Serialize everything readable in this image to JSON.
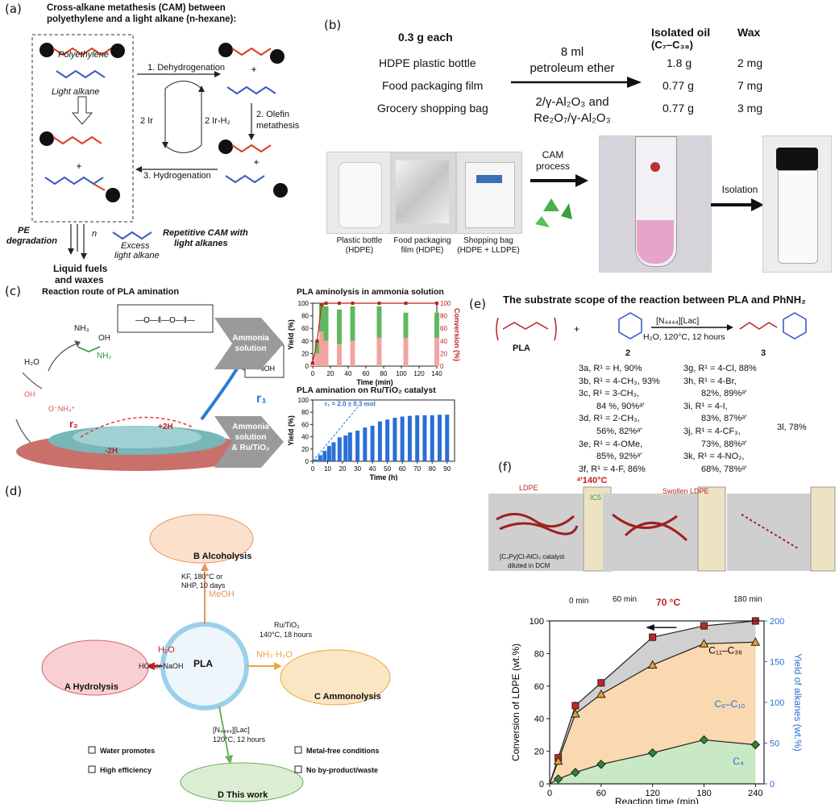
{
  "panels": {
    "a": {
      "letter": "(a)",
      "title_line1": "Cross-alkane metathesis (CAM) between",
      "title_line2": "polyethylene and a light alkane (n-hexane):",
      "polyethylene": "Polyethylene",
      "light_alkane": "Light alkane",
      "step1": "1. Dehydrogenation",
      "step2": "2. Olefin",
      "step2b": "metathesis",
      "step3": "3. Hydrogenation",
      "ir": "2 Ir",
      "irh2": "2 Ir-H₂",
      "pe_degradation": "PE",
      "pe_degradation2": "degradation",
      "n": "n",
      "excess": "Excess",
      "excess2": "light alkane",
      "repetitive": "Repetitive CAM with",
      "repetitive2": "light alkanes",
      "liquid": "Liquid fuels",
      "liquid2": "and waxes"
    },
    "b": {
      "letter": "(b)",
      "each": "0.3 g each",
      "items": [
        "HDPE plastic bottle",
        "Food packaging film",
        "Grocery shopping bag"
      ],
      "arrow_top1": "8 ml",
      "arrow_top2": "petroleum ether",
      "arrow_bottom1": "2/γ-Al₂O₃ and",
      "arrow_bottom2": "Re₂O₇/γ-Al₂O₃",
      "col_oil": "Isolated oil",
      "col_oil2": "(C₇–C₃₈)",
      "col_wax": "Wax",
      "oil": [
        "1.8 g",
        "0.77 g",
        "0.77 g"
      ],
      "wax": [
        "2 mg",
        "7 mg",
        "3 mg"
      ],
      "photo_labels": [
        "Plastic bottle",
        "(HDPE)",
        "Food packaging",
        "film (HDPE)",
        "Shopping bag",
        "(HDPE + LLDPE)"
      ],
      "cam_process": "CAM",
      "cam_process2": "process",
      "isolation": "Isolation"
    },
    "c": {
      "letter": "(c)",
      "route_title": "Reaction route of PLA amination",
      "nh3": "NH₃",
      "h2o": "H₂O",
      "r1": "r₁",
      "r2": "r₂",
      "ammonia_solution": "Ammonia",
      "ammonia_solution2": "solution",
      "ammonia_ru": "Ammonia",
      "ammonia_ru2": "solution",
      "ammonia_ru3": "& Ru/TiO₂",
      "chart1_title": "PLA aminolysis in ammonia solution",
      "chart2_title": "PLA amination on Ru/TiO₂ catalyst",
      "rate_label": "r₁ = 2.0 ± 0.3 mol",
      "h2_label": "-2H",
      "h2_label2": "+2H"
    },
    "d": {
      "letter": "(d)",
      "pla": "PLA",
      "alcoholysis": "B  Alcoholysis",
      "hydrolysis": "A  Hydrolysis",
      "ammonolysis": "C  Ammonolysis",
      "this_work": "D  This work",
      "meoh": "MeOH",
      "h2o": "H₂O",
      "nh3h2o": "NH₃·H₂O",
      "cond_b1": "KF, 180°C or",
      "cond_b2": "NHP, 10 days",
      "cond_a": "HCl, or NaOH",
      "cond_c1": "Ru/TiO₂",
      "cond_c2": "140°C, 18 hours",
      "cond_d1": "[N₄₄₄₄][Lac]",
      "cond_d2": "120°C, 12 hours",
      "features": [
        "Water promotes",
        "High efficiency",
        "Metal-free conditions",
        "No by-product/waste"
      ]
    },
    "e": {
      "letter": "(e)",
      "title": "The substrate scope of the reaction between PLA and PhNH₂",
      "pla": "PLA",
      "compound2": "2",
      "compound3": "3",
      "cond1": "[N₄₄₄₄][Lac]",
      "cond2": "H₂O, 120°C, 12 hours",
      "left_list": [
        "3a, R¹ = H, 90%",
        "3b, R¹ = 4-CH₃, 93%",
        "3c, R¹ = 3-CH₃,",
        "84 %, 90%ᵃ'",
        "3d, R¹ = 2-CH₃,",
        "56%, 82%ᵃ'",
        "3e, R¹ = 4-OMe,",
        "85%, 92%ᵃ'",
        "3f, R¹ = 4-F, 86%"
      ],
      "right_list": [
        "3g, R¹ = 4-Cl, 88%",
        "3h, R¹ = 4-Br,",
        "82%, 89%ᵃ'",
        "3i, R¹ = 4-I,",
        "83%, 87%ᵃ'",
        "3j, R¹ = 4-CF₃,",
        "73%, 88%ᵃ'",
        "3k, R¹ = 4-NO₂,",
        "68%, 78%ᵃ'"
      ],
      "footnote": "ᵃ'140°C",
      "compound3l": "3l, 78%"
    },
    "f": {
      "letter": "(f)",
      "ldpe": "LDPE",
      "ic5": "IC5",
      "swollen": "Swollen LDPE",
      "catalyst": "[C₄Py]Cl-AlCl₃ catalyst",
      "catalyst2": "diluted in DCM",
      "t0": "0 min",
      "t60": "60 min",
      "t180": "180 min",
      "temp": "70 °C"
    }
  },
  "chart_data": [
    {
      "type": "bar",
      "title": "PLA aminolysis in ammonia solution",
      "xlabel": "Time (min)",
      "ylabel": "Yield (%)",
      "y2label": "Conversion (%)",
      "x": [
        0,
        5,
        10,
        15,
        30,
        45,
        75,
        105,
        140
      ],
      "series": [
        {
          "values": [
            5,
            20,
            55,
            40,
            35,
            40,
            45,
            45,
            45
          ],
          "color": "#f4a3a3"
        },
        {
          "values": [
            0,
            20,
            45,
            55,
            55,
            55,
            50,
            40,
            40
          ],
          "color": "#5fb85f"
        }
      ],
      "conversion": [
        5,
        40,
        98,
        100,
        100,
        100,
        100,
        100,
        100
      ],
      "ylim": [
        0,
        100
      ],
      "xlim": [
        0,
        140
      ],
      "xticks": [
        0,
        20,
        40,
        60,
        80,
        100,
        120,
        140
      ],
      "yticks": [
        0,
        20,
        40,
        60,
        80,
        100
      ]
    },
    {
      "type": "bar",
      "title": "PLA amination on Ru/TiO₂ catalyst",
      "xlabel": "Time (h)",
      "ylabel": "Yield (%)",
      "x": [
        2,
        5,
        8,
        11,
        14,
        18,
        22,
        25,
        30,
        35,
        40,
        45,
        50,
        55,
        60,
        65,
        70,
        75,
        80,
        85,
        90
      ],
      "values": [
        3,
        10,
        17,
        25,
        31,
        39,
        42,
        47,
        50,
        55,
        58,
        65,
        68,
        71,
        73,
        74,
        75,
        75,
        75,
        76,
        76
      ],
      "ylim": [
        0,
        100
      ],
      "xlim": [
        0,
        95
      ],
      "xticks": [
        0,
        10,
        20,
        30,
        40,
        50,
        60,
        70,
        80,
        90
      ],
      "yticks": [
        0,
        20,
        40,
        60,
        80,
        100
      ]
    },
    {
      "type": "line",
      "xlabel": "Reaction time (min)",
      "ylabel": "Conversion of LDPE (wt.%)",
      "y2label": "Yield of alkanes (wt.%)",
      "xlim": [
        0,
        250
      ],
      "ylim": [
        0,
        100
      ],
      "y2lim": [
        0,
        200
      ],
      "xticks": [
        0,
        60,
        120,
        180,
        240
      ],
      "yticks": [
        0,
        20,
        40,
        60,
        80,
        100
      ],
      "y2ticks": [
        0,
        50,
        100,
        150,
        200
      ],
      "series": [
        {
          "name": "C₁₁–C₃₆",
          "x": [
            10,
            30,
            60,
            120,
            180,
            240
          ],
          "y": [
            16,
            48,
            62,
            90,
            97,
            100
          ],
          "color": "#cc2222",
          "marker": "square"
        },
        {
          "name": "C₆–C₁₀",
          "x": [
            10,
            30,
            60,
            120,
            180,
            240
          ],
          "y": [
            14,
            43,
            55,
            73,
            86,
            87
          ],
          "color": "#e8a030",
          "marker": "triangle"
        },
        {
          "name": "C₄",
          "x": [
            10,
            30,
            60,
            120,
            180,
            240
          ],
          "y": [
            3,
            7,
            12,
            19,
            27,
            24
          ],
          "color": "#2a8a3a",
          "marker": "diamond"
        }
      ]
    }
  ]
}
